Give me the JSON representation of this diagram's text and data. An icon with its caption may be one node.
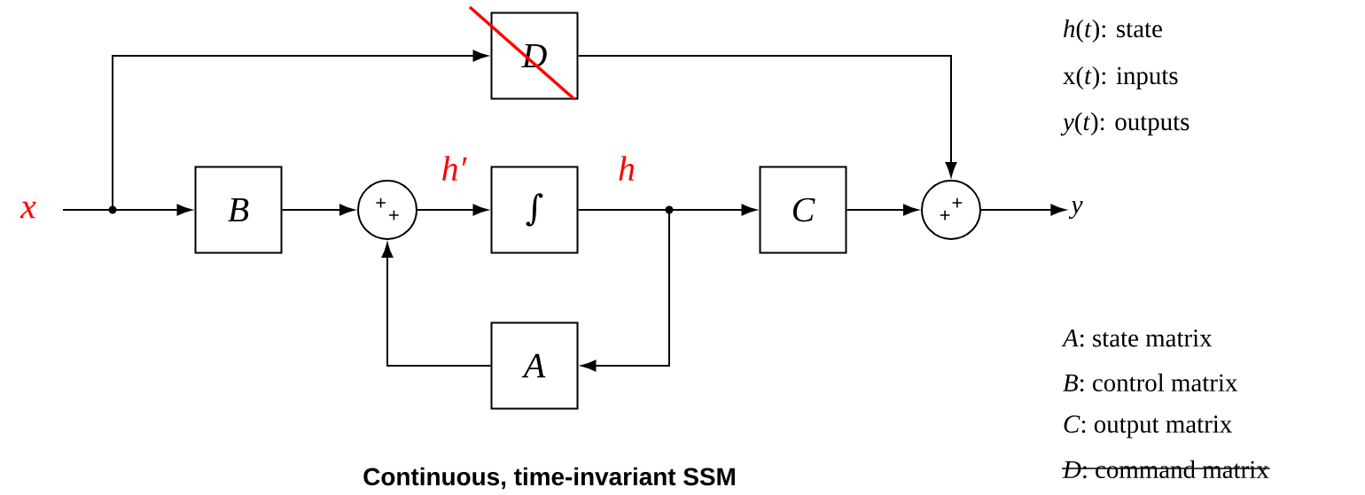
{
  "diagram": {
    "caption": "Continuous, time-invariant SSM",
    "nodes": [
      {
        "text": [
          "x"
        ]
      },
      {
        "text": [
          "B"
        ]
      },
      {
        "text": [
          "+",
          "+"
        ]
      },
      {
        "text": [
          "∫"
        ]
      },
      {
        "text": [
          "C"
        ]
      },
      {
        "text": [
          "+",
          "+"
        ]
      },
      {
        "text": [
          "y"
        ]
      },
      {
        "text": [
          "D"
        ]
      },
      {
        "text": [
          "A"
        ]
      }
    ],
    "edges": [
      {
        "from": 0,
        "to": 1,
        "arrow": "to"
      },
      {
        "from": 0,
        "to": 7,
        "arrow": "to"
      },
      {
        "from": 1,
        "to": 2,
        "arrow": "to"
      },
      {
        "from": 2,
        "to": 3,
        "arrow": "to",
        "label": "h′"
      },
      {
        "from": 3,
        "to": 4,
        "arrow": "to",
        "label": "h"
      },
      {
        "from": 3,
        "to": 8,
        "arrow": "to"
      },
      {
        "from": 8,
        "to": 2,
        "arrow": "to"
      },
      {
        "from": 7,
        "to": 5,
        "arrow": "to"
      },
      {
        "from": 4,
        "to": 5,
        "arrow": "to"
      },
      {
        "from": 5,
        "to": 6,
        "arrow": "to"
      }
    ],
    "labels": [
      "*h*(*t*): state",
      "x(*t*):  inputs",
      "*y*(*t*):  outputs",
      "*A*: state matrix",
      "*B*: control matrix",
      "*C*: output matrix",
      "*D*:  command matrix"
    ]
  }
}
